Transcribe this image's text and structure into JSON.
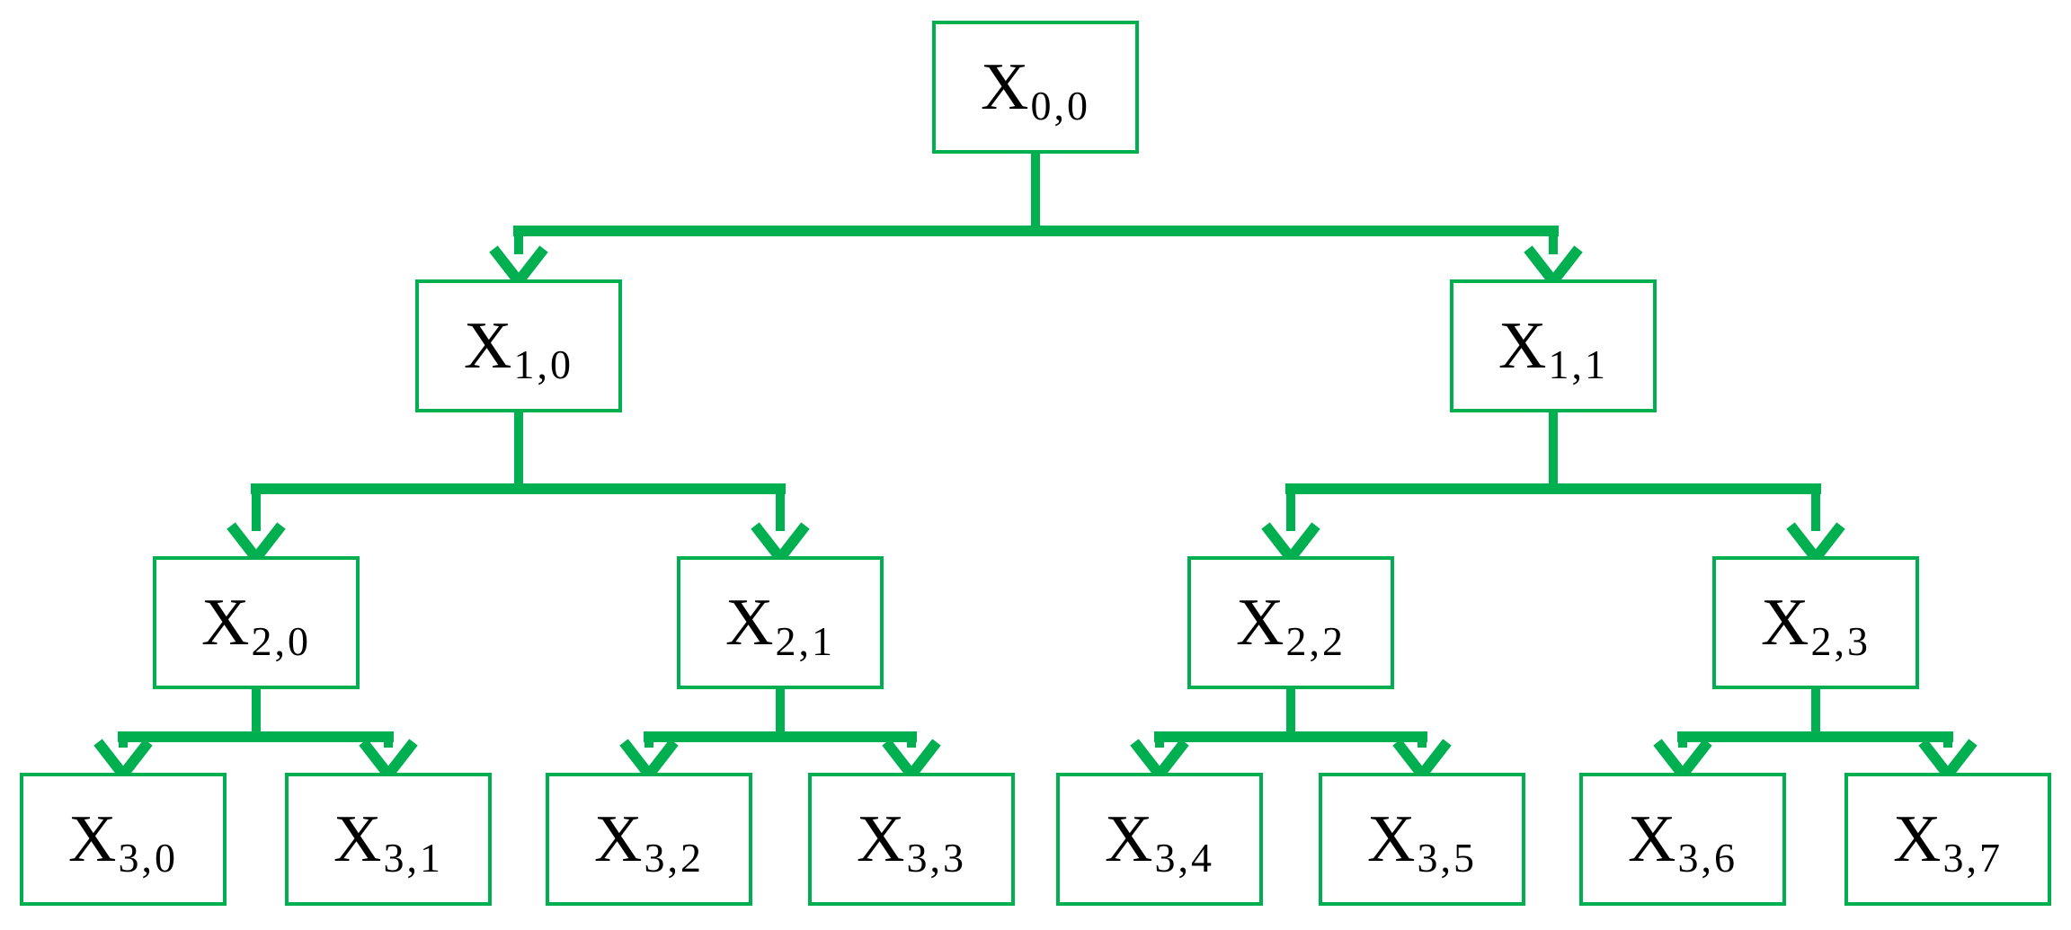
{
  "diagram": {
    "kind": "binary-tree",
    "levels": 4,
    "colors": {
      "accent": "#00B050",
      "text": "#000000",
      "background": "#FFFFFF"
    },
    "nodes": [
      {
        "label": "X",
        "sub": "0,0",
        "level": 0,
        "index": 0
      },
      {
        "label": "X",
        "sub": "1,0",
        "level": 1,
        "index": 0
      },
      {
        "label": "X",
        "sub": "1,1",
        "level": 1,
        "index": 1
      },
      {
        "label": "X",
        "sub": "2,0",
        "level": 2,
        "index": 0
      },
      {
        "label": "X",
        "sub": "2,1",
        "level": 2,
        "index": 1
      },
      {
        "label": "X",
        "sub": "2,2",
        "level": 2,
        "index": 2
      },
      {
        "label": "X",
        "sub": "2,3",
        "level": 2,
        "index": 3
      },
      {
        "label": "X",
        "sub": "3,0",
        "level": 3,
        "index": 0
      },
      {
        "label": "X",
        "sub": "3,1",
        "level": 3,
        "index": 1
      },
      {
        "label": "X",
        "sub": "3,2",
        "level": 3,
        "index": 2
      },
      {
        "label": "X",
        "sub": "3,3",
        "level": 3,
        "index": 3
      },
      {
        "label": "X",
        "sub": "3,4",
        "level": 3,
        "index": 4
      },
      {
        "label": "X",
        "sub": "3,5",
        "level": 3,
        "index": 5
      },
      {
        "label": "X",
        "sub": "3,6",
        "level": 3,
        "index": 6
      },
      {
        "label": "X",
        "sub": "3,7",
        "level": 3,
        "index": 7
      }
    ],
    "edges": [
      {
        "from": "X0,0",
        "to": "X1,0"
      },
      {
        "from": "X0,0",
        "to": "X1,1"
      },
      {
        "from": "X1,0",
        "to": "X2,0"
      },
      {
        "from": "X1,0",
        "to": "X2,1"
      },
      {
        "from": "X1,1",
        "to": "X2,2"
      },
      {
        "from": "X1,1",
        "to": "X2,3"
      },
      {
        "from": "X2,0",
        "to": "X3,0"
      },
      {
        "from": "X2,0",
        "to": "X3,1"
      },
      {
        "from": "X2,1",
        "to": "X3,2"
      },
      {
        "from": "X2,1",
        "to": "X3,3"
      },
      {
        "from": "X2,2",
        "to": "X3,4"
      },
      {
        "from": "X2,2",
        "to": "X3,5"
      },
      {
        "from": "X2,3",
        "to": "X3,6"
      },
      {
        "from": "X2,3",
        "to": "X3,7"
      }
    ]
  }
}
